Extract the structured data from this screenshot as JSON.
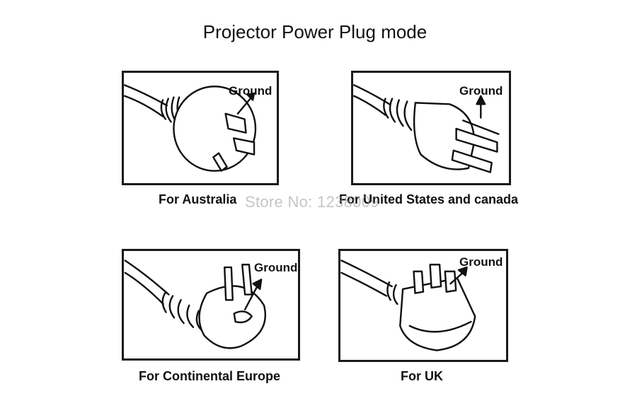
{
  "title": "Projector Power Plug mode",
  "watermark": "Store No: 1238009",
  "panels": [
    {
      "ground_label": "Ground",
      "caption": "For Australia"
    },
    {
      "ground_label": "Ground",
      "caption": "For United States  and canada"
    },
    {
      "ground_label": "Ground",
      "caption": "For Continental Europe"
    },
    {
      "ground_label": "Ground",
      "caption": "For UK"
    }
  ]
}
